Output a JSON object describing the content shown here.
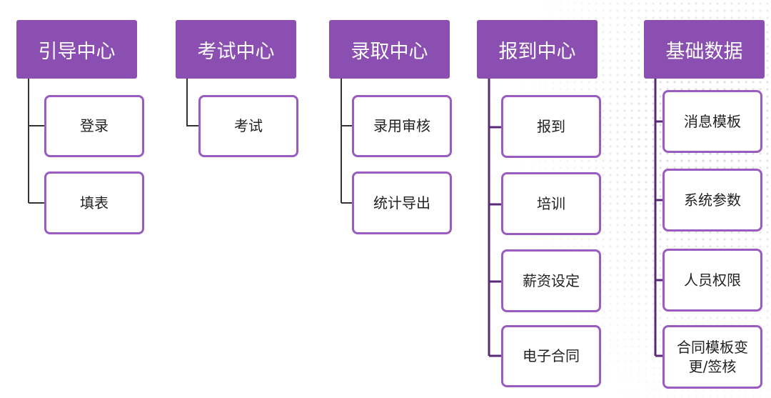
{
  "colors": {
    "header_bg": "#8a4fb0",
    "header_text": "#ffffff",
    "child_border": "#9a5cc0",
    "connector_light": "#333333",
    "connector_dark": "#5a2a78"
  },
  "columns": [
    {
      "title": "引导中心",
      "items": [
        "登录",
        "填表"
      ]
    },
    {
      "title": "考试中心",
      "items": [
        "考试"
      ]
    },
    {
      "title": "录取中心",
      "items": [
        "录用审核",
        "统计导出"
      ]
    },
    {
      "title": "报到中心",
      "items": [
        "报到",
        "培训",
        "薪资设定",
        "电子合同"
      ]
    },
    {
      "title": "基础数据",
      "items": [
        "消息模板",
        "系统参数",
        "人员权限",
        "合同模板变更/签核"
      ]
    }
  ]
}
